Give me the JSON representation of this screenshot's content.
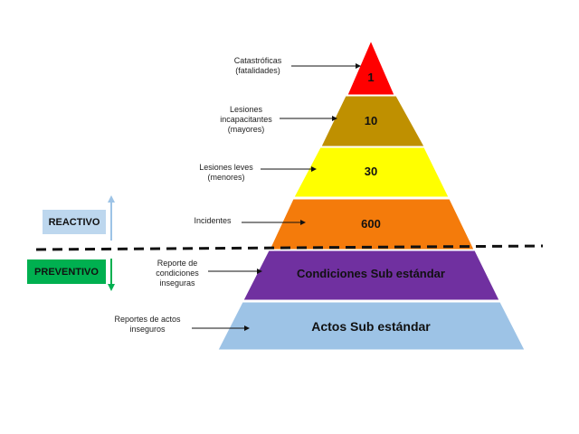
{
  "pyramid": {
    "tiers": [
      {
        "value": "1",
        "color": "#ff0000",
        "annotation": "Catastróficas\n(fatalidades)"
      },
      {
        "value": "10",
        "color": "#bf9000",
        "annotation": "Lesiones\nincapacitantes\n(mayores)"
      },
      {
        "value": "30",
        "color": "#ffff00",
        "annotation": "Lesiones leves\n(menores)"
      },
      {
        "value": "600",
        "color": "#f47b0b",
        "annotation": "Incidentes"
      },
      {
        "value": "Condiciones Sub estándar",
        "color": "#7030a0",
        "annotation": "Reporte de\ncondiciones\ninseguras"
      },
      {
        "value": "Actos Sub estándar",
        "color": "#9dc3e6",
        "annotation": "Reportes de actos\ninseguros"
      }
    ]
  },
  "reactivo": {
    "label": "REACTIVO",
    "color": "#bdd7ee",
    "arrow_color": "#9dc3e6"
  },
  "preventivo": {
    "label": "PREVENTIVO",
    "color": "#00b050",
    "arrow_color": "#00b050"
  }
}
